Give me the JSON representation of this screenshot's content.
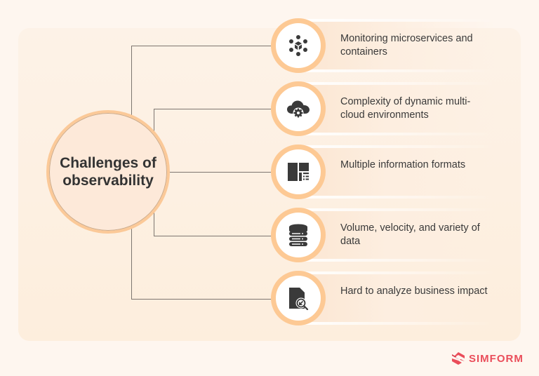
{
  "diagram": {
    "hub": {
      "title": "Challenges of observability"
    },
    "items": [
      {
        "label": "Monitoring microservices and containers",
        "icon": "microservices-network-icon"
      },
      {
        "label": "Complexity of dynamic multi-cloud environments",
        "icon": "cloud-gear-icon"
      },
      {
        "label": "Multiple information formats",
        "icon": "layout-formats-icon"
      },
      {
        "label": "Volume, velocity, and variety of data",
        "icon": "database-stack-icon"
      },
      {
        "label": "Hard to analyze business impact",
        "icon": "document-search-icon"
      }
    ],
    "colors": {
      "background": "#fef6ef",
      "panel": "#fdeedd",
      "ring": "#fdc994",
      "icon": "#3a3a3a",
      "text": "#333333",
      "connector": "#7d7670",
      "brand": "#ea4d5a"
    }
  },
  "brand": {
    "name": "SIMFORM",
    "icon": "simform-logo-icon"
  }
}
